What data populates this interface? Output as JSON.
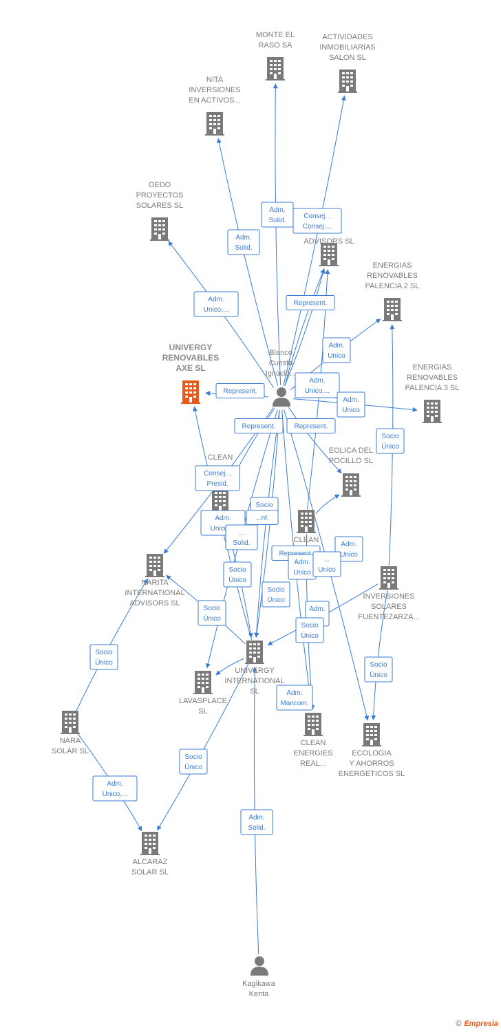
{
  "colors": {
    "edge": "#3a7bd5",
    "company": "#7a7a7a",
    "highlight": "#e85a1a",
    "person": "#7a7a7a"
  },
  "nodes": [
    {
      "id": "monte",
      "type": "company",
      "lines": [
        "MONTE EL",
        "RASO SA"
      ]
    },
    {
      "id": "actividades",
      "type": "company",
      "lines": [
        "ACTIVIDADES",
        "INMOBILIARIAS",
        "SALON SL"
      ]
    },
    {
      "id": "nita",
      "type": "company",
      "lines": [
        "NITA",
        "INVERSIONES",
        "EN ACTIVOS..."
      ]
    },
    {
      "id": "oedo",
      "type": "company",
      "lines": [
        "OEDO",
        "PROYECTOS",
        "SOLARES  SL"
      ]
    },
    {
      "id": "international_adv",
      "type": "company",
      "lines": [
        "...",
        "...ONAL",
        "ADVISORS  SL"
      ]
    },
    {
      "id": "energias2",
      "type": "company",
      "lines": [
        "ENERGIAS",
        "RENOVABLES",
        "PALENCIA 2 SL"
      ]
    },
    {
      "id": "univergy_axe",
      "type": "company",
      "highlight": true,
      "lines": [
        "UNIVERGY",
        "RENOVABLES",
        "AXE  SL"
      ]
    },
    {
      "id": "energias3",
      "type": "company",
      "lines": [
        "ENERGIAS",
        "RENOVABLES",
        "PALENCIA 3 SL"
      ]
    },
    {
      "id": "blanco",
      "type": "person",
      "lines": [
        "Blanco",
        "Cuesta",
        "Ignacio..."
      ]
    },
    {
      "id": "eolica",
      "type": "company",
      "lines": [
        "EOLICA DEL",
        "POCILLO SL"
      ]
    },
    {
      "id": "clean_d",
      "type": "company",
      "lines": [
        "CLEAN",
        "...",
        "D...D..."
      ]
    },
    {
      "id": "clean2",
      "type": "company",
      "lines": [
        "CLEAN"
      ]
    },
    {
      "id": "narita",
      "type": "company",
      "lines": [
        "NARITA",
        "INTERNATIONAL",
        "ADVISORS  SL"
      ]
    },
    {
      "id": "inversiones",
      "type": "company",
      "lines": [
        "INVERSIONES",
        "SOLARES",
        "FUENTEZARZA..."
      ]
    },
    {
      "id": "univergy_int",
      "type": "company",
      "lines": [
        "UNIVERGY",
        "INTERNATIONAL",
        "SL"
      ]
    },
    {
      "id": "lavasplace",
      "type": "company",
      "lines": [
        "LAVASPLACE",
        "SL"
      ]
    },
    {
      "id": "nara",
      "type": "company",
      "lines": [
        "NARA",
        "SOLAR  SL"
      ]
    },
    {
      "id": "clean_real",
      "type": "company",
      "lines": [
        "CLEAN",
        "ENERGIES",
        "REAL..."
      ]
    },
    {
      "id": "ecologia",
      "type": "company",
      "lines": [
        "ECOLOGIA",
        "Y AHORROS",
        "ENERGETICOS SL"
      ]
    },
    {
      "id": "alcaraz",
      "type": "company",
      "lines": [
        "ALCARAZ",
        "SOLAR SL"
      ]
    },
    {
      "id": "kagikawa",
      "type": "person",
      "lines": [
        "Kagikawa",
        "Kenta"
      ]
    }
  ],
  "edge_labels": [
    {
      "id": "e1",
      "lines": [
        "Adm.",
        "Solid."
      ]
    },
    {
      "id": "e2",
      "lines": [
        "Consej. ,",
        "Consej...."
      ]
    },
    {
      "id": "e3",
      "lines": [
        "Adm.",
        "Solid."
      ]
    },
    {
      "id": "e4",
      "lines": [
        "Adm.",
        "Unico,..."
      ]
    },
    {
      "id": "e5",
      "lines": [
        "Represent."
      ]
    },
    {
      "id": "e6",
      "lines": [
        "Adm.",
        "Unico"
      ]
    },
    {
      "id": "e7",
      "lines": [
        "Represent."
      ]
    },
    {
      "id": "e8",
      "lines": [
        "Adm.",
        "Unico,..."
      ]
    },
    {
      "id": "e9",
      "lines": [
        "Adm.",
        "Unico"
      ]
    },
    {
      "id": "e10",
      "lines": [
        "Represent."
      ]
    },
    {
      "id": "e11",
      "lines": [
        "Represent."
      ]
    },
    {
      "id": "e12",
      "lines": [
        "Socio",
        "Único"
      ]
    },
    {
      "id": "e13",
      "lines": [
        "Consej. ,",
        "Presid."
      ]
    },
    {
      "id": "e14",
      "lines": [
        "Socio",
        "Único"
      ]
    },
    {
      "id": "e15",
      "lines": [
        "Adm.",
        "Unico,..."
      ]
    },
    {
      "id": "e16",
      "lines": [
        "...",
        "Solid."
      ]
    },
    {
      "id": "e17",
      "lines": [
        "...nt."
      ]
    },
    {
      "id": "e18",
      "lines": [
        "Represent."
      ]
    },
    {
      "id": "e19",
      "lines": [
        "Adm.",
        "Unico"
      ]
    },
    {
      "id": "e20",
      "lines": [
        "Adm.",
        "Unico"
      ]
    },
    {
      "id": "e21",
      "lines": [
        "...",
        "Unico"
      ]
    },
    {
      "id": "e22",
      "lines": [
        "Socio",
        "Único"
      ]
    },
    {
      "id": "e23",
      "lines": [
        "Socio",
        "Único"
      ]
    },
    {
      "id": "e24",
      "lines": [
        "Socio",
        "Único"
      ]
    },
    {
      "id": "e25",
      "lines": [
        "Adm.",
        "..."
      ]
    },
    {
      "id": "e26",
      "lines": [
        "Socio",
        "Único"
      ]
    },
    {
      "id": "e27",
      "lines": [
        "Socio",
        "Único"
      ]
    },
    {
      "id": "e28",
      "lines": [
        "Socio",
        "Único"
      ]
    },
    {
      "id": "e29",
      "lines": [
        "Adm.",
        "Mancom."
      ]
    },
    {
      "id": "e30",
      "lines": [
        "Adm.",
        "Unico,..."
      ]
    },
    {
      "id": "e31",
      "lines": [
        "Socio",
        "Único"
      ]
    },
    {
      "id": "e32",
      "lines": [
        "Adm.",
        "Solid."
      ]
    }
  ],
  "footer": {
    "copyright": "©",
    "brand": "Empresia"
  }
}
